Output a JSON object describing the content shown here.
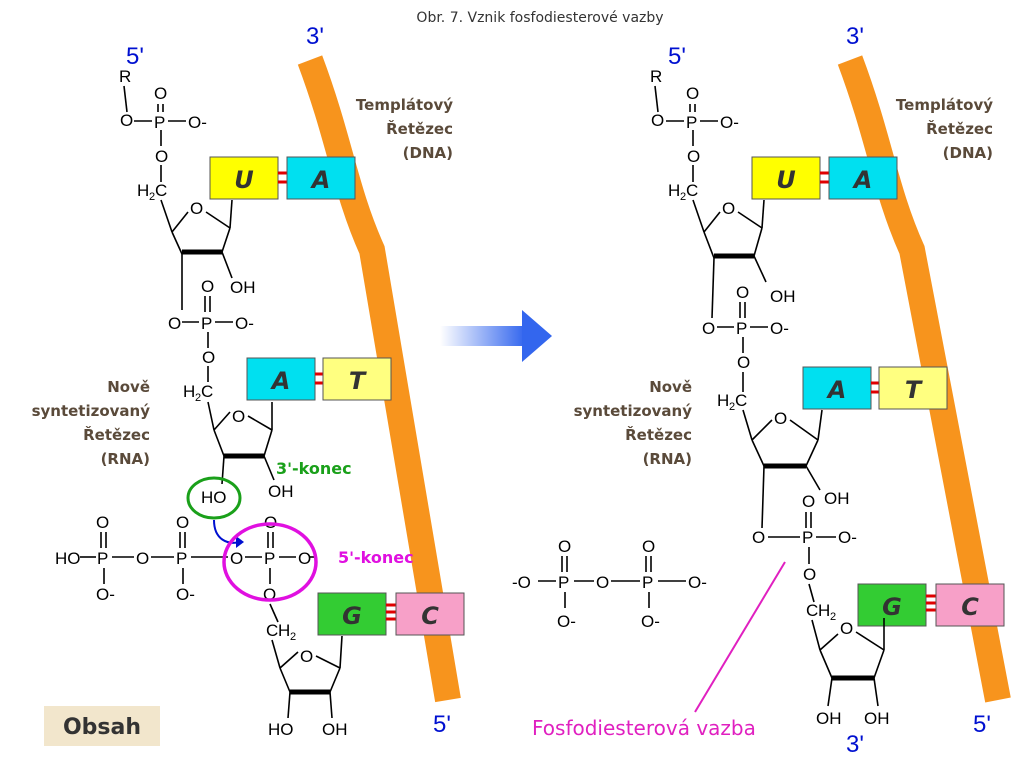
{
  "caption": "Obr. 7. Vznik fosfodiesterové vazby",
  "primes": {
    "p5": "5'",
    "p3": "3'"
  },
  "left": {
    "template_label": [
      "Templátový",
      "Řetězec",
      "(DNA)"
    ],
    "new_strand_label": [
      "Nově",
      "syntetizovaný",
      "Řetězec",
      "(RNA)"
    ],
    "pairs": [
      [
        "U",
        "A"
      ],
      [
        "A",
        "T"
      ],
      [
        "G",
        "C"
      ]
    ],
    "end3_label": "3'-konec",
    "end5_label": "5'-konec"
  },
  "right": {
    "template_label": [
      "Templátový",
      "Řetězec",
      "(DNA)"
    ],
    "new_strand_label": [
      "Nově",
      "syntetizovaný",
      "Řetězec",
      "(RNA)"
    ],
    "pairs": [
      [
        "U",
        "A"
      ],
      [
        "A",
        "T"
      ],
      [
        "G",
        "C"
      ]
    ],
    "bond_label": "Fosfodiesterová vazba"
  },
  "chem": {
    "R": "R",
    "O": "O",
    "P": "P",
    "Ominus": "O-",
    "minusO": "-O",
    "HO": "HO",
    "OH": "OH",
    "H2C": "H2C",
    "CH2": "CH2",
    "H": "H",
    "C": "C",
    "two": "2"
  },
  "obsah_button": "Obsah",
  "colors": {
    "template": "#f7941d",
    "U": "#ffff00",
    "A": "#00e0f0",
    "T": "#ffff80",
    "G": "#33cc33",
    "C": "#f7a0c8",
    "arrow": "#3366ee",
    "green_circle": "#1aa01a",
    "magenta_circle": "#e010e0",
    "bond_line": "#e020c0",
    "obsah_bg": "#f2e6cc"
  }
}
